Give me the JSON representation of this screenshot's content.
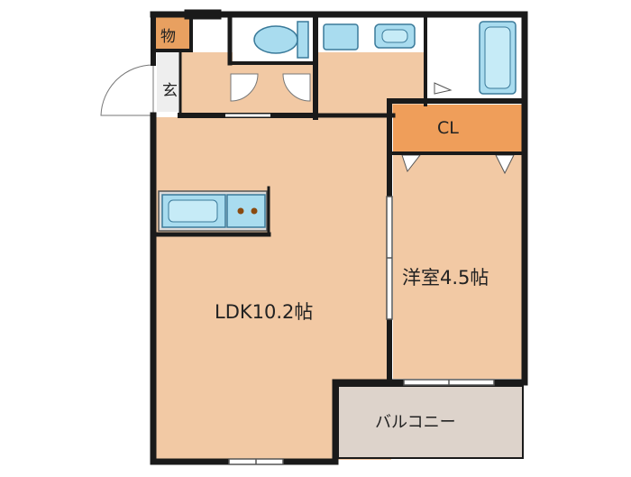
{
  "rooms": {
    "ldk": "LDK10.2帖",
    "western_room": "洋室4.5帖",
    "closet": "CL",
    "balcony": "バルコニー",
    "storage": "物",
    "entrance": "玄"
  },
  "colors": {
    "floor": "#f2c9a4",
    "wall": "#1a1a1a",
    "fixture": "#a9dcef",
    "fixture_stroke": "#3a7a9a",
    "closet": "#ef9e5a",
    "storage": "#e8a060",
    "balcony": "#ddd3cb",
    "wet_area": "#ffffff"
  }
}
